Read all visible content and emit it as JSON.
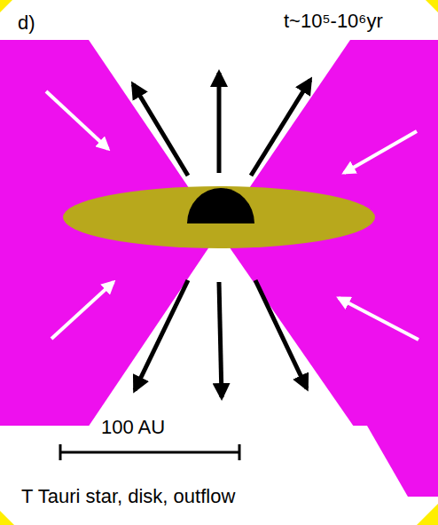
{
  "diagram": {
    "labels": [
      "d)",
      "t~10⁵-10⁶yr",
      "100 AU",
      "T Tauri star, disk, outflow"
    ]
  }
}
